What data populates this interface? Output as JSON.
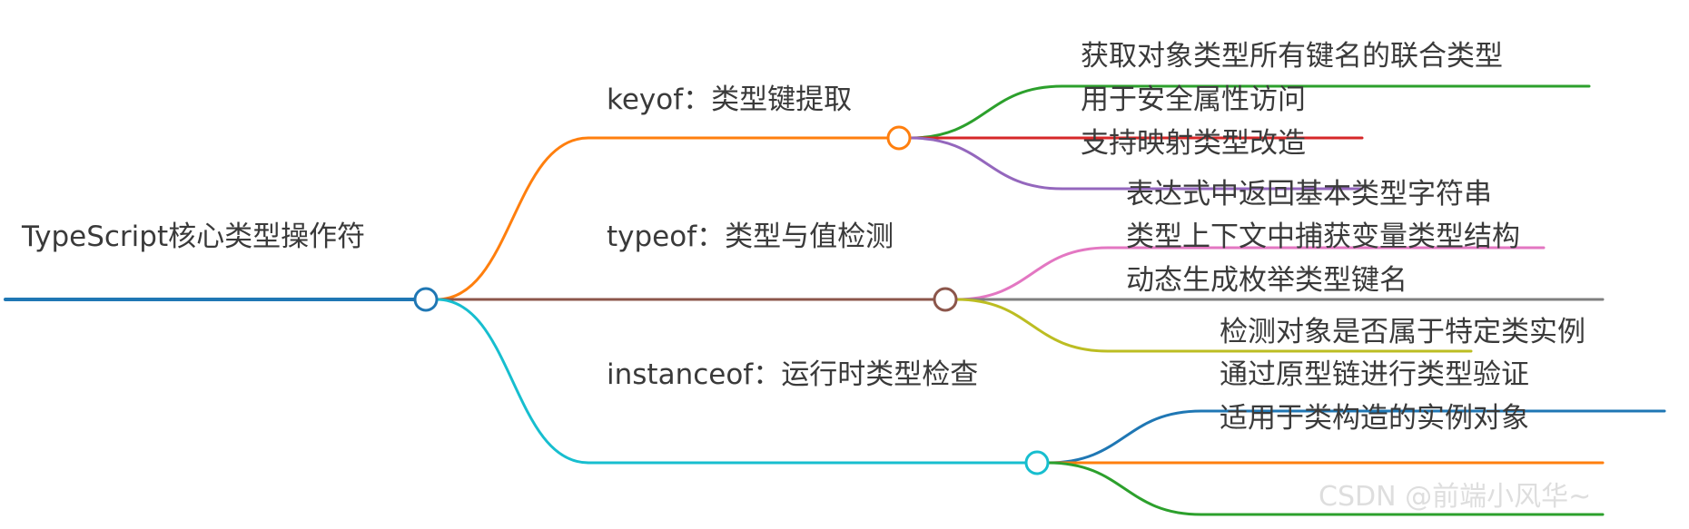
{
  "mindmap": {
    "root": {
      "label": "TypeScript核心类型操作符",
      "color": "#1f77b4"
    },
    "branches": [
      {
        "label": "keyof：类型键提取",
        "color": "#ff7f0e",
        "children": [
          {
            "label": "获取对象类型所有键名的联合类型",
            "color": "#2ca02c"
          },
          {
            "label": "用于安全属性访问",
            "color": "#d62728"
          },
          {
            "label": "支持映射类型改造",
            "color": "#9467bd"
          }
        ]
      },
      {
        "label": "typeof：类型与值检测",
        "color": "#8c564b",
        "children": [
          {
            "label": "表达式中返回基本类型字符串",
            "color": "#e377c2"
          },
          {
            "label": "类型上下文中捕获变量类型结构",
            "color": "#7f7f7f"
          },
          {
            "label": "动态生成枚举类型键名",
            "color": "#bcbd22"
          }
        ]
      },
      {
        "label": "instanceof：运行时类型检查",
        "color": "#17becf",
        "children": [
          {
            "label": "检测对象是否属于特定类实例",
            "color": "#1f77b4"
          },
          {
            "label": "通过原型链进行类型验证",
            "color": "#ff7f0e"
          },
          {
            "label": "适用于类构造的实例对象",
            "color": "#2ca02c"
          }
        ]
      }
    ]
  },
  "watermark": "CSDN @前端小风华~"
}
